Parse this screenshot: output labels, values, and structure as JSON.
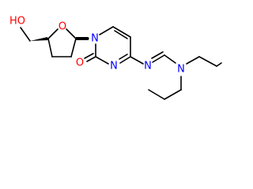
{
  "colors": {
    "bond": "#000000",
    "oxygen": "#ff0000",
    "nitrogen": "#0000ff",
    "background": "#ffffff"
  },
  "atoms": {
    "hydroxyl_label": "HO",
    "ring_oxygen_label": "O",
    "carbonyl_oxygen_label": "O",
    "n1_label": "N",
    "n3_label": "N",
    "imine_n_label": "N",
    "amine_n_label": "N"
  }
}
